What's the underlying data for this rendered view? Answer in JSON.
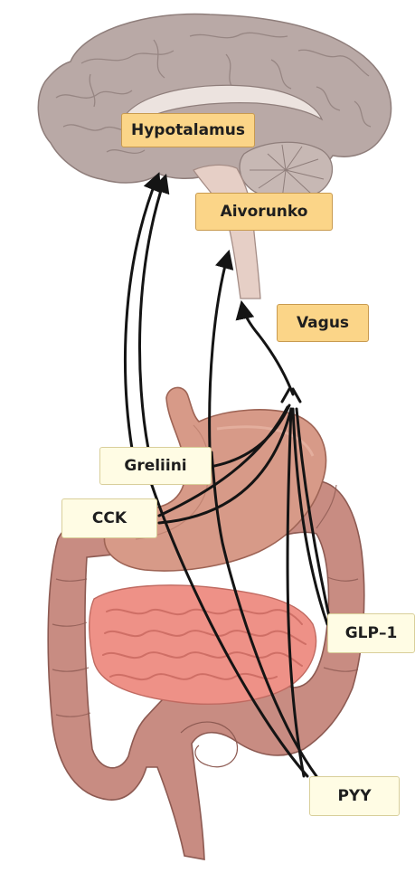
{
  "labels": {
    "hypotalamus": "Hypotalamus",
    "aivorunko": "Aivorunko",
    "vagus": "Vagus",
    "greliini": "Greliini",
    "cck": "CCK",
    "glp1": "GLP–1",
    "pyy": "PYY"
  },
  "colors": {
    "brain_fill": "#b9a9a6",
    "brain_stem": "#e6cfc6",
    "label_brain": "#fbd588",
    "label_gut": "#fffce4",
    "colon": "#c88c82",
    "stomach": "#d79a88",
    "small_intestine": "#ee9187",
    "arrow": "#141414"
  }
}
